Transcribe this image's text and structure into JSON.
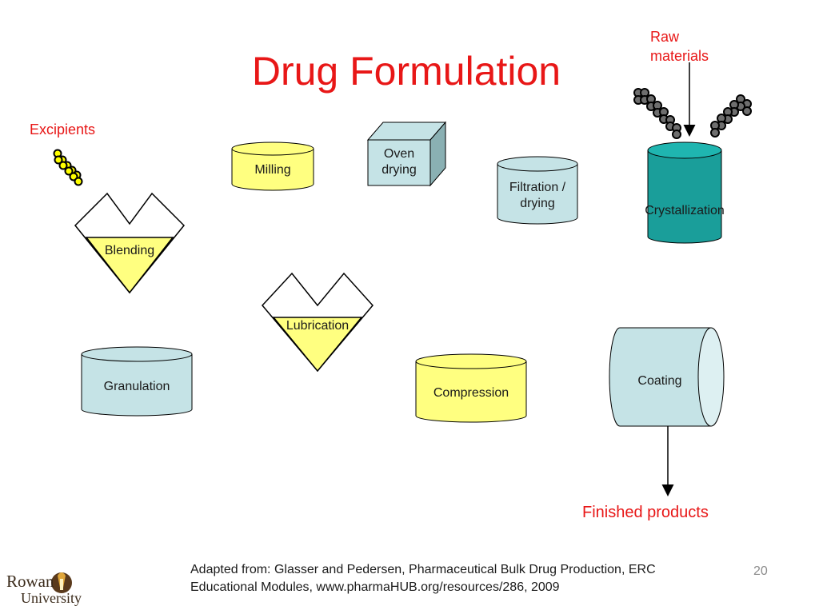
{
  "slide": {
    "title": "Drug Formulation",
    "page_number": "20"
  },
  "labels": {
    "excipients": "Excipients",
    "raw_materials_line1": "Raw",
    "raw_materials_line2": "materials",
    "finished_products": "Finished products"
  },
  "steps": {
    "milling": "Milling",
    "oven_line1": "Oven",
    "oven_line2": "drying",
    "filtration_line1": "Filtration /",
    "filtration_line2": "drying",
    "crystallization": "Crystallization",
    "blending": "Blending",
    "lubrication": "Lubrication",
    "granulation": "Granulation",
    "compression": "Compression",
    "coating": "Coating"
  },
  "citation": {
    "line1": "Adapted from: Glasser and Pedersen, Pharmaceutical Bulk Drug Production, ERC",
    "line2": "Educational Modules, www.pharmaHUB.org/resources/286, 2009"
  },
  "logo": {
    "line1": "Rowan",
    "line2": "University"
  },
  "colors": {
    "title_red": "#e81717",
    "yellow_fill": "#ffff80",
    "light_blue_fill": "#c5e3e6",
    "teal_fill": "#1a9e9a",
    "molecule_dark": "#6e6e6e",
    "molecule_yellow": "#ffff00"
  }
}
